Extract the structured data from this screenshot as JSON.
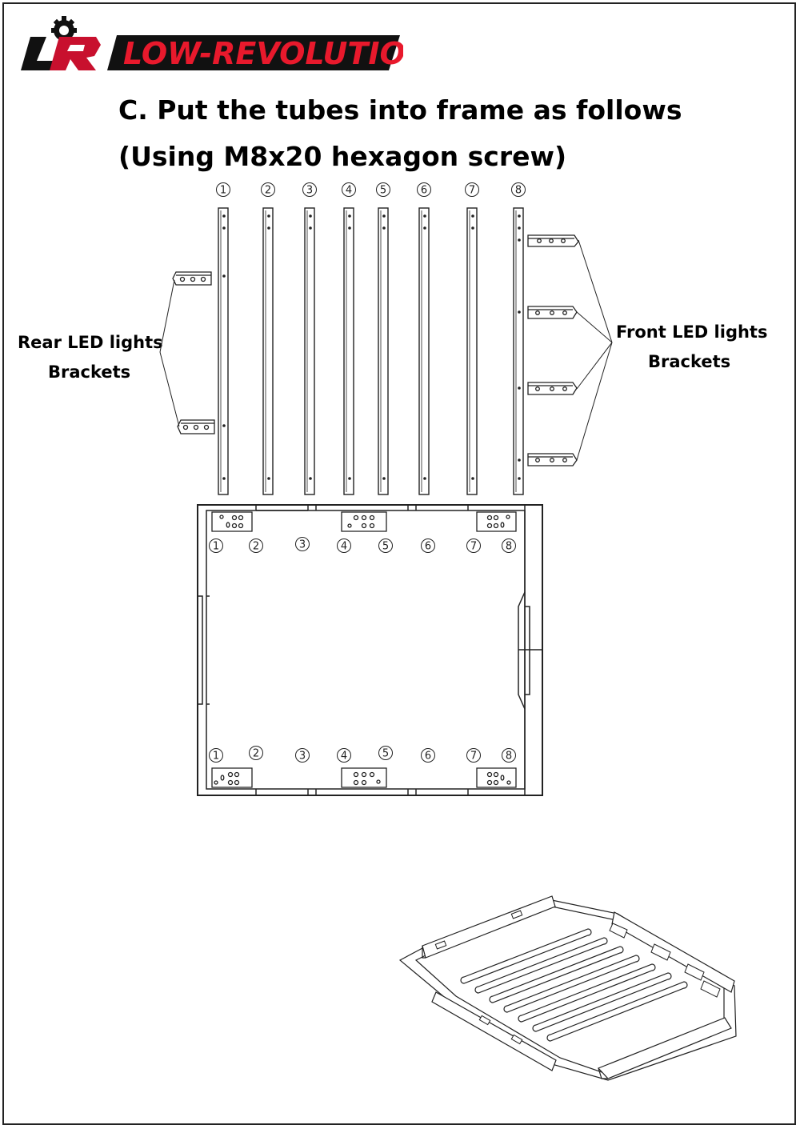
{
  "brand": {
    "name": "LOW-REVOLUTION",
    "mark": "LR"
  },
  "heading": {
    "line1": "C. Put the tubes into frame as follows",
    "line2": "(Using M8x20 hexagon screw)"
  },
  "labels": {
    "rear_line1": "Rear LED lights",
    "rear_line2": "Brackets",
    "front_line1": "Front LED lights",
    "front_line2": "Brackets"
  },
  "tube_numbers": [
    "1",
    "2",
    "3",
    "4",
    "5",
    "6",
    "7",
    "8"
  ],
  "colors": {
    "brand_red": "#c8102e",
    "line": "#222222"
  }
}
